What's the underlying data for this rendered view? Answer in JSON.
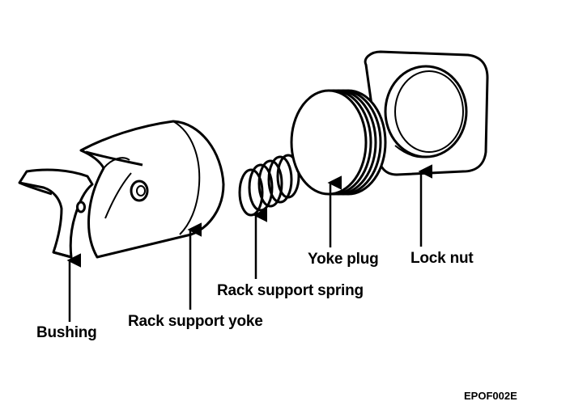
{
  "labels": {
    "bushing": "Bushing",
    "rack_support_yoke": "Rack support yoke",
    "rack_support_spring": "Rack support spring",
    "yoke_plug": "Yoke plug",
    "lock_nut": "Lock nut"
  },
  "figure_code": "EPOF002E",
  "colors": {
    "line": "#000000",
    "background": "#ffffff"
  }
}
